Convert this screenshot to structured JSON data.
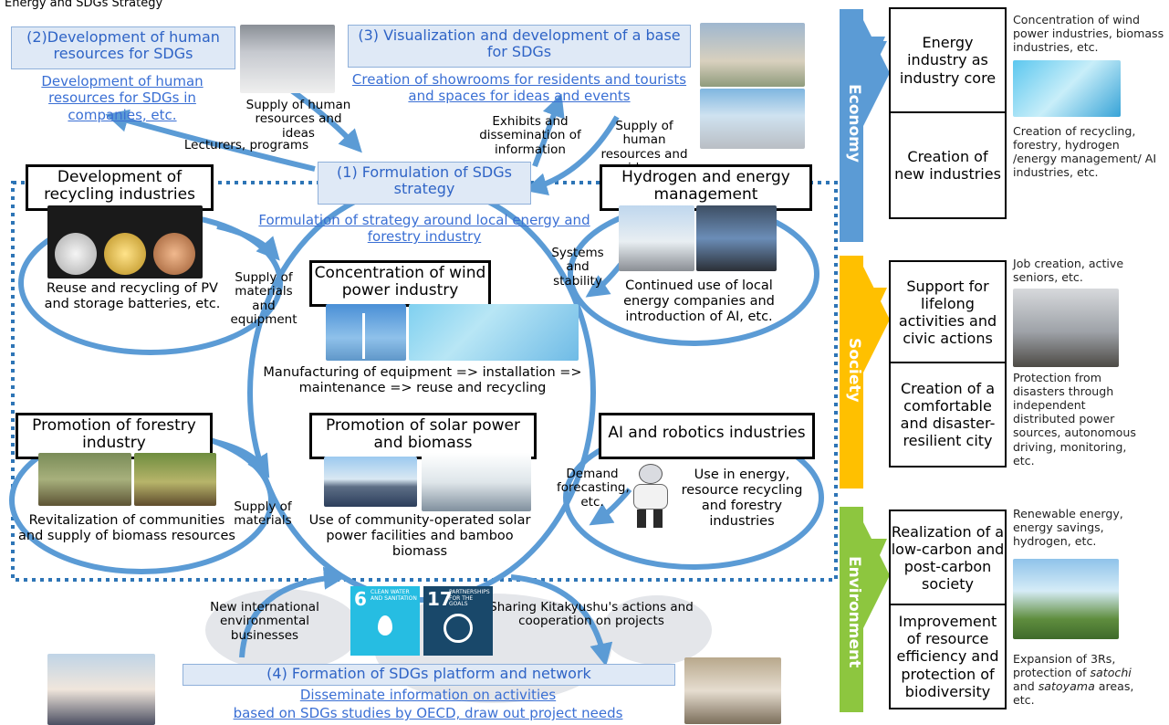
{
  "page_title": "Energy and SDGs Strategy",
  "dev_human": {
    "title": "(2)Development of human resources for SDGs",
    "link": "Development of human resources for SDGs in companies, etc."
  },
  "visualization": {
    "title": "(3) Visualization and development of a base for SDGs",
    "link": "Creation of showrooms for residents and tourists and spaces for ideas and events"
  },
  "formulation": {
    "title": "(1)  Formulation of SDGs strategy",
    "link": "Formulation of strategy around local energy and forestry industry"
  },
  "recycling": {
    "title": "Development of recycling industries",
    "caption": "Reuse and recycling of PV and storage batteries, etc."
  },
  "hydrogen": {
    "title": "Hydrogen and energy management",
    "caption": "Continued use of local energy companies and introduction of AI, etc."
  },
  "wind": {
    "title": "Concentration of wind power industry",
    "caption": "Manufacturing of equipment => installation => maintenance => reuse and recycling"
  },
  "solar": {
    "title": "Promotion of solar power and biomass",
    "caption": "Use of community-operated solar power facilities and bamboo biomass"
  },
  "forestry": {
    "title": "Promotion of forestry industry",
    "caption": "Revitalization of communities and supply of biomass resources"
  },
  "ai": {
    "title": "AI and robotics industries",
    "caption": "Use in energy, resource recycling and forestry industries"
  },
  "platform": {
    "title": "(4) Formation of SDGs platform and network",
    "link1": "Disseminate information on activities",
    "link2": "based on SDGs studies by OECD, draw out project needs"
  },
  "flows": {
    "supply_human_left": "Supply of human resources and ideas",
    "lecturers": "Lecturers, programs",
    "exhibits": "Exhibits and dissemination of information",
    "supply_human_right": "Supply of human resources and ideas",
    "supply_materials_equipment": "Supply of materials and equipment",
    "systems_stability": "Systems and stability",
    "supply_materials": "Supply of materials",
    "demand_forecasting": "Demand forecasting, etc.",
    "new_international": "New international environmental businesses",
    "sharing": "Sharing Kitakyushu's actions and cooperation on projects"
  },
  "sdg_icons": {
    "goal6_number": "6",
    "goal6_text": "CLEAN WATER AND SANITATION",
    "goal17_number": "17",
    "goal17_text": "PARTNERSHIPS FOR THE GOALS"
  },
  "outcomes": {
    "economy": {
      "label": "Economy",
      "color": "#5b9bd5",
      "cell1": "Energy industry as industry core",
      "cell2": "Creation of new industries",
      "note1": "Concentration of wind power industries, biomass industries, etc.",
      "note2": "Creation of recycling, forestry, hydrogen /energy management/ AI industries, etc."
    },
    "society": {
      "label": "Society",
      "color": "#ffc000",
      "cell1": "Support for lifelong activities and civic actions",
      "cell2": "Creation of a comfortable and disaster-resilient city",
      "note1": "Job creation, active seniors, etc.",
      "note2": "Protection from disasters through independent distributed power sources, autonomous driving, monitoring, etc."
    },
    "environment": {
      "label": "Environment",
      "color": "#8dc63f",
      "cell1": "Realization of a low-carbon and post-carbon society",
      "cell2": "Improvement of resource efficiency and protection of biodiversity",
      "note1": "Renewable energy, energy savings, hydrogen, etc.",
      "note2_pre": "Expansion of 3Rs, protection of ",
      "note2_em1": "satochi",
      "note2_mid": " and ",
      "note2_em2": "satoyama",
      "note2_post": " areas, etc."
    }
  },
  "colors": {
    "accent_blue": "#5b9bd5",
    "link_blue": "#3a6fd4",
    "box_fill": "#dfe9f6"
  }
}
